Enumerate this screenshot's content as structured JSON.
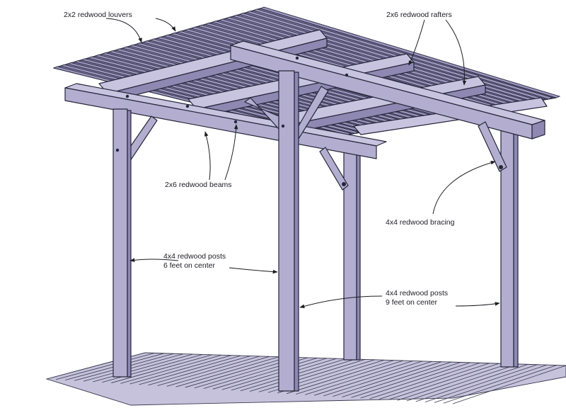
{
  "labels": {
    "louvers": "2x2 redwood louvers",
    "rafters": "2x6 redwood rafters",
    "beams": "2x6 redwood beams",
    "bracing": "4x4 redwood bracing",
    "posts_6_line1": "4x4 redwood posts",
    "posts_6_line2": "6 feet on center",
    "posts_9_line1": "4x4 redwood posts",
    "posts_9_line2": "9 feet on center"
  },
  "colors": {
    "wood": "#b3aed0",
    "outline": "#26263a",
    "background": "#ffffff"
  }
}
